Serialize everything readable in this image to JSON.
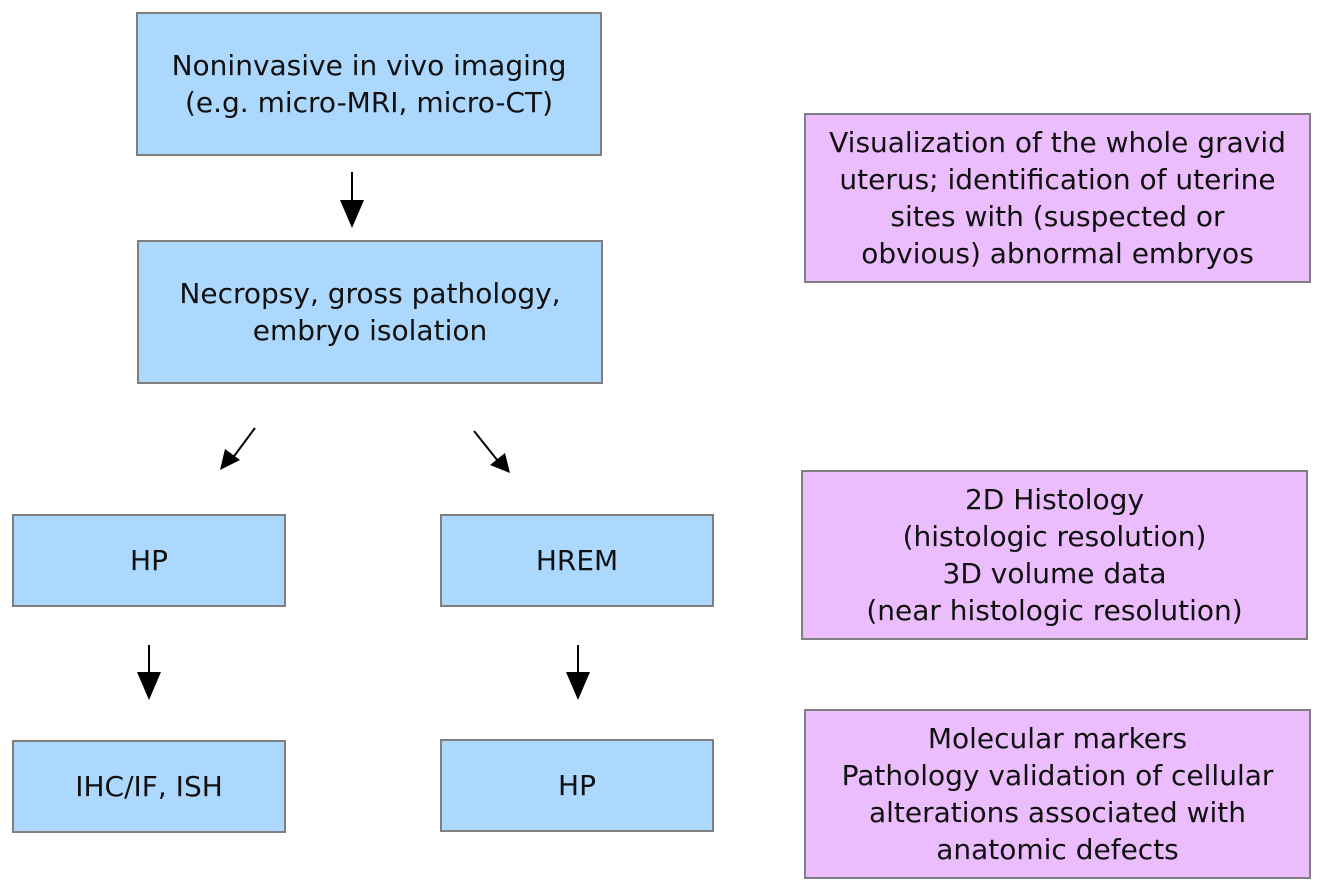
{
  "flow": {
    "imaging": {
      "lines": [
        "Noninvasive in vivo imaging",
        "(e.g. micro-MRI, micro-CT)"
      ]
    },
    "necropsy": {
      "lines": [
        "Necropsy, gross pathology,",
        "embryo isolation"
      ]
    },
    "hp_left": {
      "label": "HP"
    },
    "hrem": {
      "label": "HREM"
    },
    "ihc": {
      "label": "IHC/IF, ISH"
    },
    "hp_right": {
      "label": "HP"
    }
  },
  "notes": {
    "visualization": {
      "lines": [
        "Visualization of the whole gravid",
        "uterus; identification of uterine",
        "sites with (suspected or",
        "obvious) abnormal embryos"
      ]
    },
    "histology": {
      "lines": [
        "2D Histology",
        "(histologic resolution)",
        "3D volume data",
        "(near histologic resolution)"
      ]
    },
    "molecular": {
      "lines": [
        "Molecular markers",
        "Pathology validation of cellular",
        "alterations associated with",
        "anatomic defects"
      ]
    }
  },
  "colors": {
    "flow_box": "#add8fd",
    "note_box": "#ebbdfc",
    "border": "#7f7f7f",
    "arrow": "#000000"
  }
}
